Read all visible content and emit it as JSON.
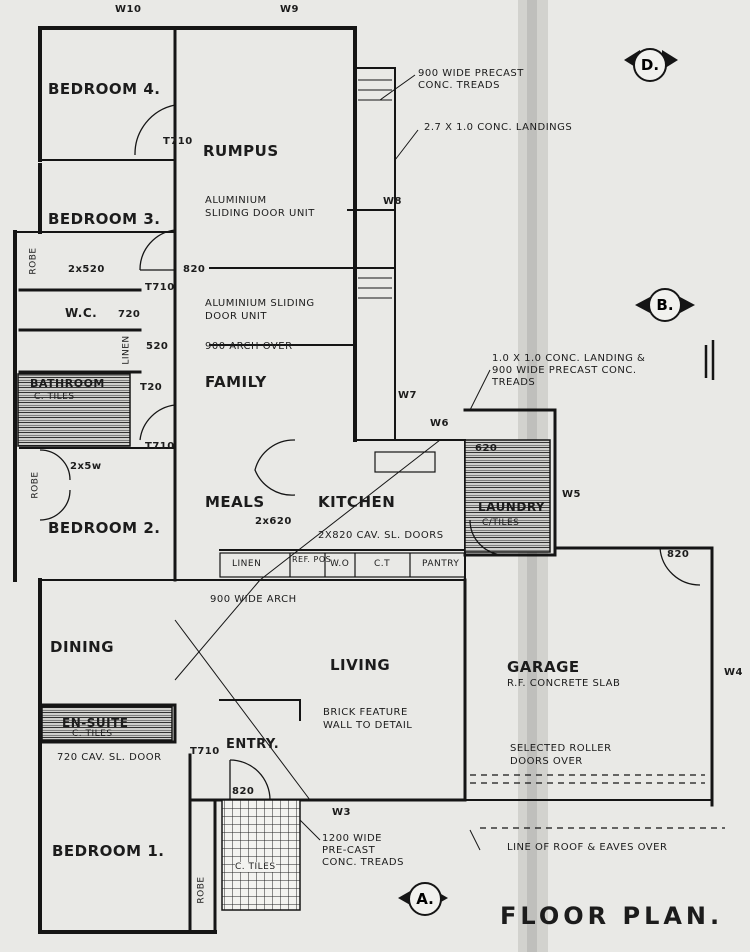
{
  "title": "FLOOR PLAN.",
  "rooms": {
    "bedroom4": "BEDROOM 4.",
    "rumpus": "RUMPUS",
    "bedroom3": "BEDROOM 3.",
    "wc": "W.C.",
    "bathroom": "BATHROOM",
    "bedroom2": "BEDROOM 2.",
    "family": "FAMILY",
    "meals": "MEALS",
    "kitchen": "KITCHEN",
    "laundry": "LAUNDRY",
    "dining": "DINING",
    "living": "LIVING",
    "ensuite": "EN-SUITE",
    "entry": "ENTRY.",
    "bedroom1": "BEDROOM 1.",
    "garage": "GARAGE"
  },
  "notes": {
    "precast_treads_top": "900 WIDE PRECAST\nCONC. TREADS",
    "conc_landings": "2.7 x 1.0 CONC. LANDINGS",
    "alum_sliding_door_unit": "ALUMINIUM\nSLIDING DOOR UNIT",
    "alum_sliding_door_unit_2": "ALUMINIUM SLIDING\nDOOR UNIT",
    "arch_over": "900 ARCH OVER",
    "landing_laundry": "1.0 x 1.0 CONC. LANDING &\n900 WIDE PRECAST CONC.\nTREADS",
    "cav_sl_doors_kitchen": "2x820 CAV. SL. DOORS",
    "wide_arch": "900 WIDE ARCH",
    "garage_slab": "R.F. CONCRETE SLAB",
    "brick_feature": "BRICK FEATURE\nWALL TO DETAIL",
    "selected_roller": "SELECTED ROLLER\nDOORS OVER",
    "cav_sl_door_ensuite": "720 CAV. SL. DOOR",
    "precast_treads_entry": "1200 WIDE\nPRE-CAST\nCONC. TREADS",
    "roof_eaves": "LINE OF ROOF & EAVES OVER",
    "bathroom_tiles": "C. TILES",
    "laundry_tiles": "C/TILES",
    "ensuite_tiles": "C. TILES",
    "entry_tiles": "C. TILES",
    "robe": "ROBE",
    "linen": "LINEN",
    "linen_k": "LINEN",
    "ref_pos": "REF. POS",
    "wo": "W.O",
    "ct": "C.T",
    "pantry": "PANTRY",
    "robe2": "ROBE",
    "robe1": "ROBE"
  },
  "dims": {
    "w10": "W10",
    "w9": "W9",
    "t710a": "T710",
    "t710b": "T710",
    "t710c": "T710",
    "t710d": "T710",
    "d820a": "820",
    "t720a": "T20",
    "t720b": "720",
    "d2x520": "2x520",
    "d2x5w": "2x5w",
    "d520": "520",
    "w6": "W6",
    "d620": "620",
    "w5": "W5",
    "d2x620": "2x620",
    "d820b": "820",
    "w4": "W4",
    "d820c": "820",
    "w3": "W3",
    "w7": "W7",
    "w8": "W8"
  },
  "markers": {
    "a": "A.",
    "b": "B.",
    "d": "D."
  },
  "colors": {
    "ink": "#151515",
    "paper": "#e9e9e6",
    "hatch": "#333333"
  }
}
